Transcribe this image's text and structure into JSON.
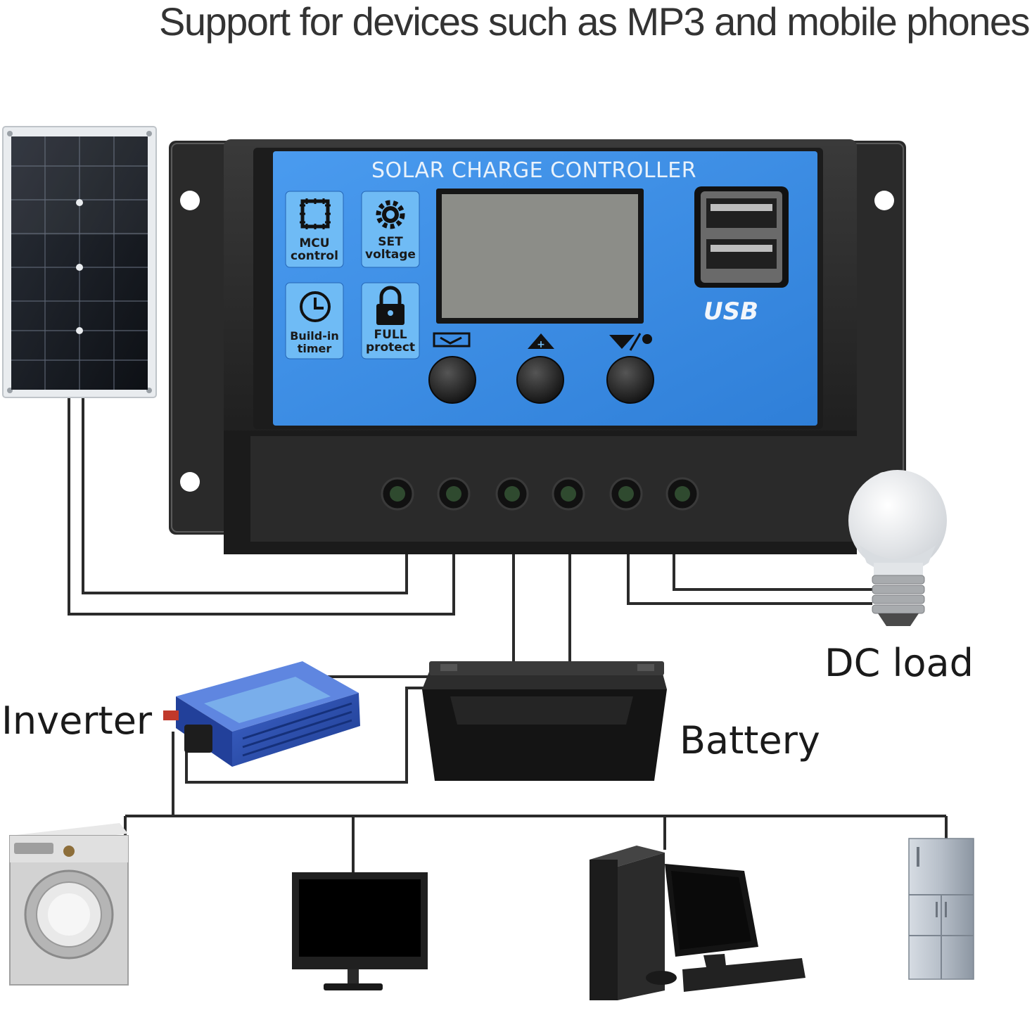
{
  "headline": "Support for devices such as MP3 and mobile phones",
  "controller": {
    "title": "SOLAR CHARGE CONTROLLER",
    "features": [
      {
        "line1": "MCU",
        "line2": "control",
        "icon": "chip-icon"
      },
      {
        "line1": "SET",
        "line2": "voltage",
        "icon": "gear-icon"
      },
      {
        "line1": "Build-in",
        "line2": "timer",
        "icon": "clock-icon"
      },
      {
        "line1": "FULL",
        "line2": "protect",
        "icon": "padlock-icon"
      }
    ],
    "button_icons": [
      "menu-icon",
      "up-arrow-icon",
      "down-arrow-bulb-icon"
    ],
    "usb_label": "USB",
    "panel_color": "#3f8fe0"
  },
  "labels": {
    "dc_load": "DC load",
    "inverter": "Inverter",
    "battery": "Battery"
  },
  "appliances": [
    "washing-machine-icon",
    "tv-monitor-icon",
    "desktop-computer-icon",
    "refrigerator-icon"
  ]
}
